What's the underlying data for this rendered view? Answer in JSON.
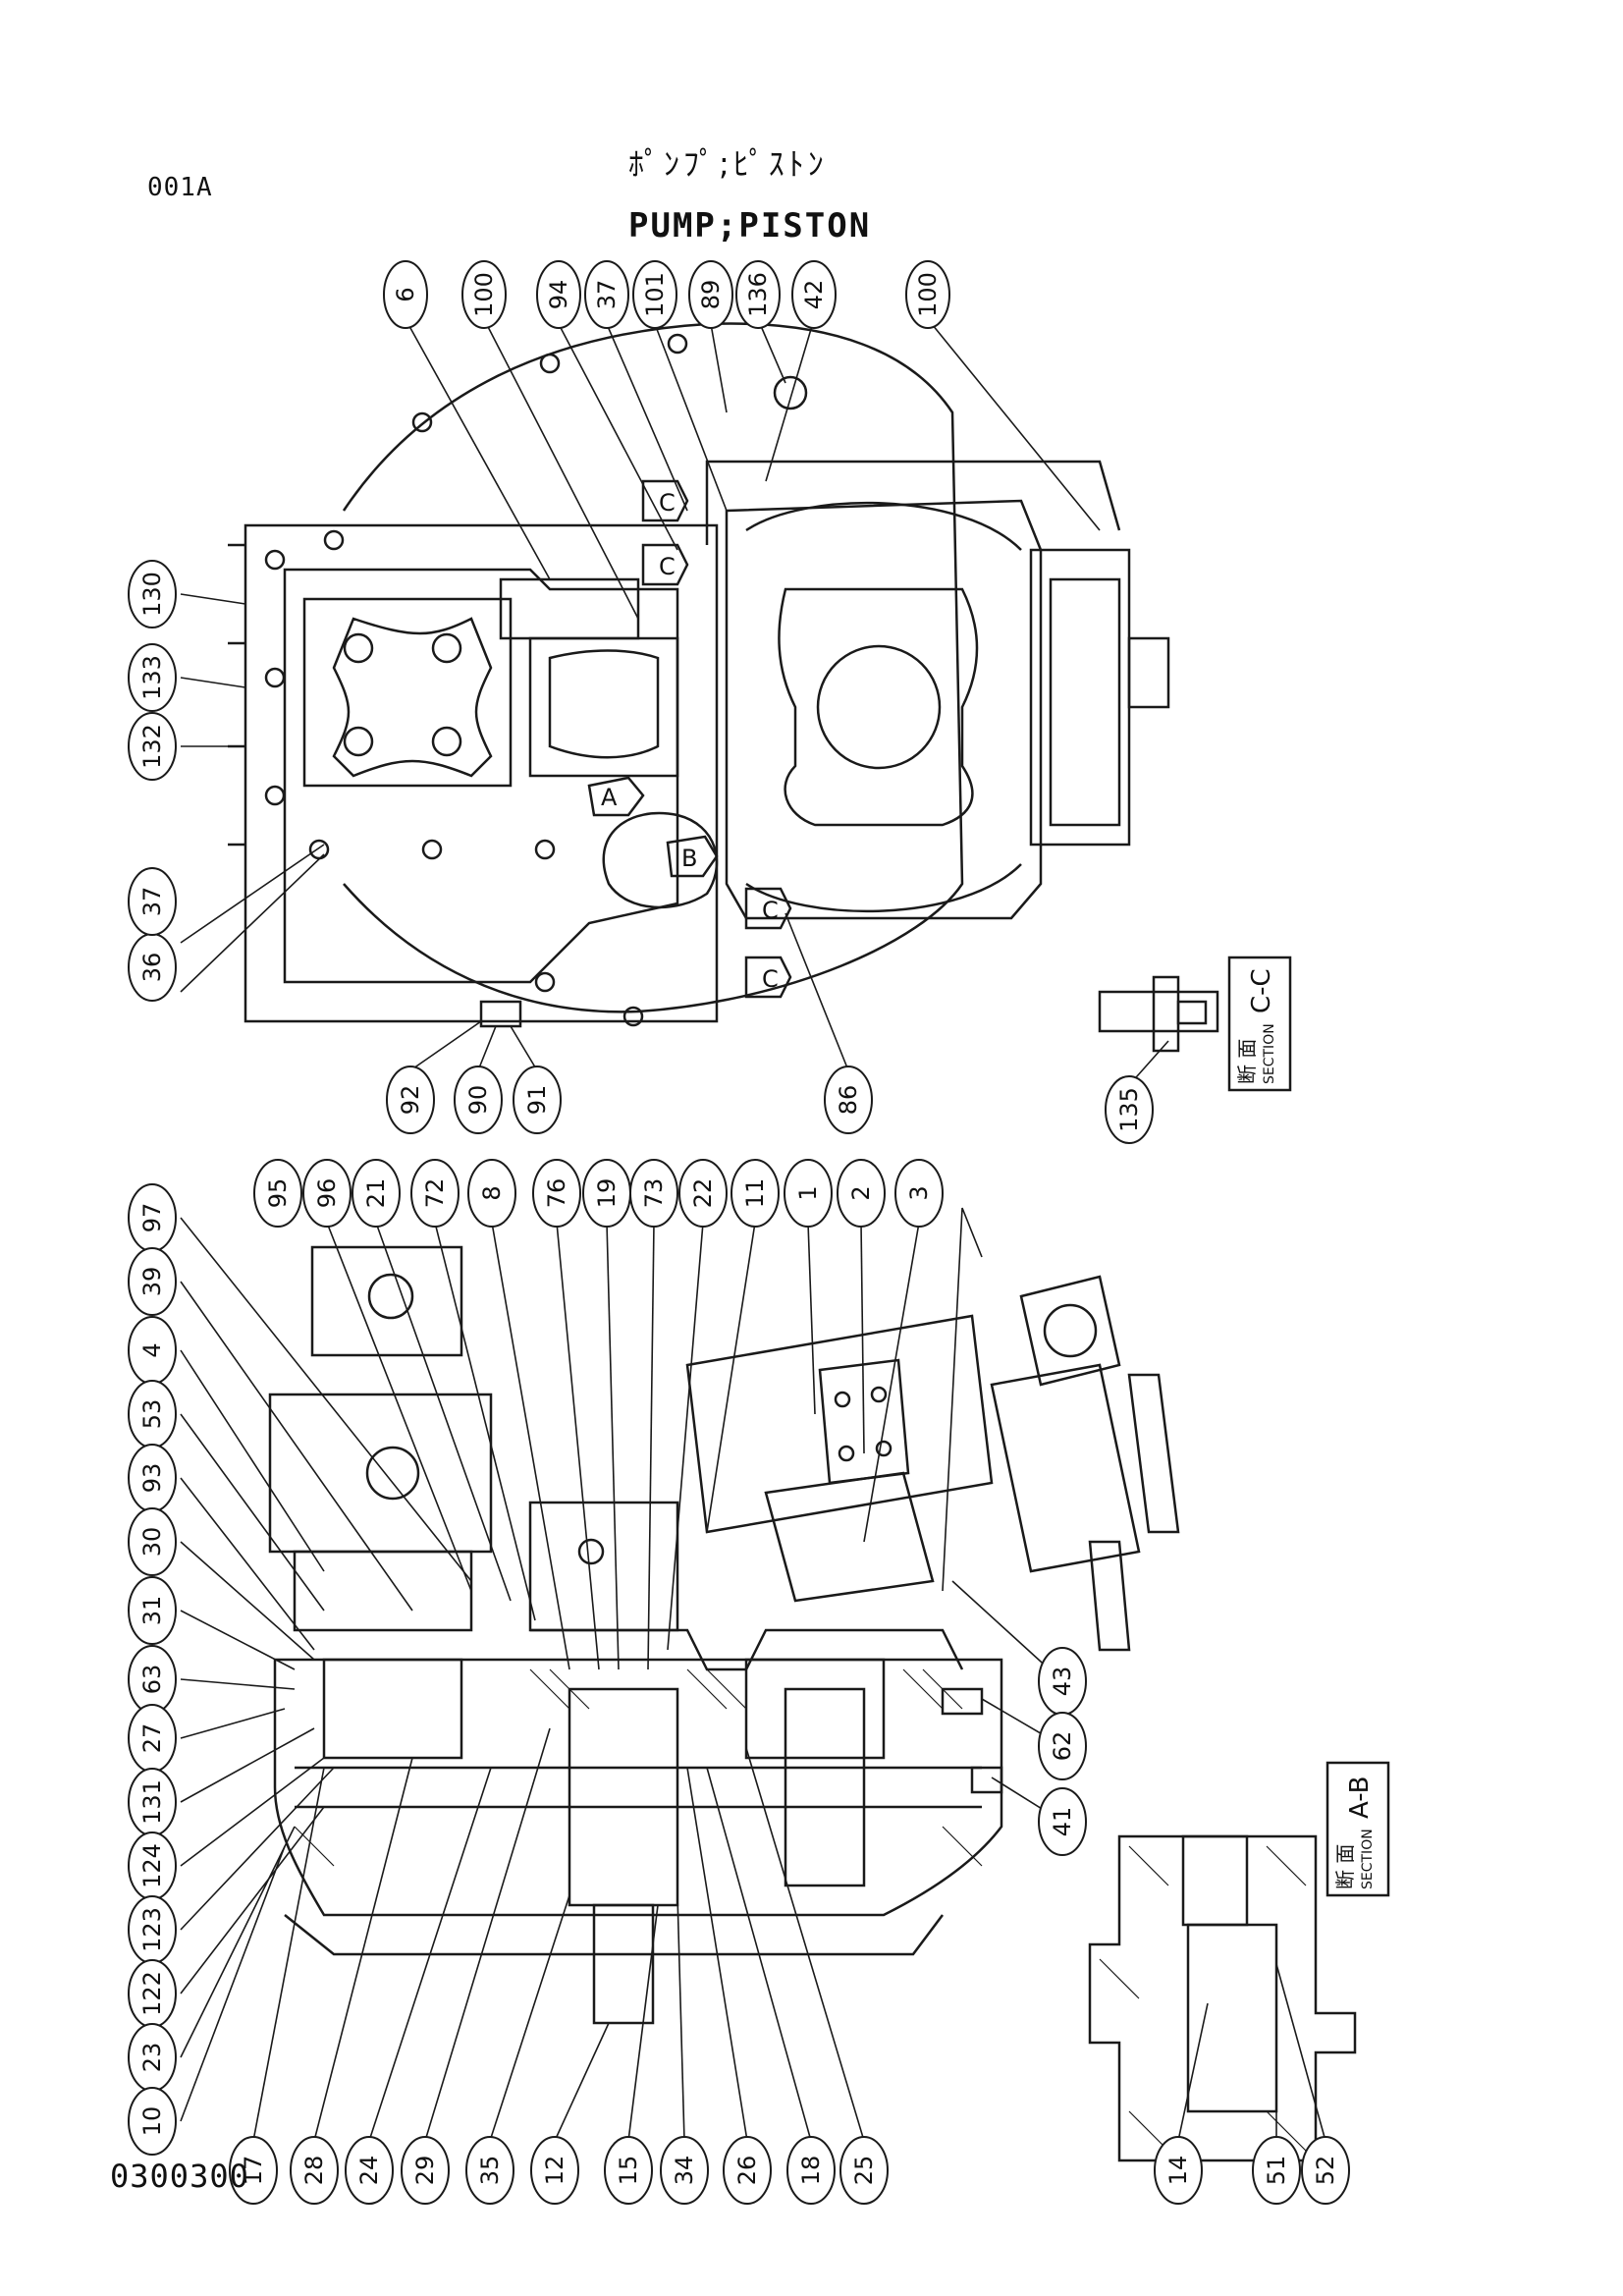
{
  "header": {
    "page_code": "001A",
    "title_jp": "ﾎﾟﾝﾌﾟ;ﾋﾟｽﾄﾝ",
    "title_en": "PUMP;PISTON"
  },
  "footer": {
    "drawing_number": "0300300"
  },
  "callouts": {
    "upper_top": [
      "6",
      "100",
      "94",
      "37",
      "101",
      "89",
      "136",
      "42",
      "100"
    ],
    "upper_left": [
      "130",
      "133",
      "132",
      "36",
      "37"
    ],
    "upper_bottom": [
      "92",
      "90",
      "91",
      "86",
      "135"
    ],
    "lower_top": [
      "97",
      "39",
      "4",
      "53",
      "93",
      "30",
      "31",
      "63",
      "27",
      "131",
      "124",
      "123",
      "122",
      "23",
      "10",
      "95",
      "96",
      "21",
      "72",
      "8",
      "76",
      "19",
      "73",
      "22",
      "11",
      "1",
      "2",
      "3"
    ],
    "lower_right": [
      "43",
      "62",
      "41"
    ],
    "lower_bottom": [
      "17",
      "28",
      "24",
      "29",
      "35",
      "12",
      "15",
      "34",
      "26",
      "18",
      "25",
      "14",
      "51",
      "52"
    ]
  },
  "sections": {
    "cc": {
      "kanji": "断 面",
      "word": "SECTION",
      "name": "C-C"
    },
    "ab": {
      "kanji": "断 面",
      "word": "SECTION",
      "name": "A-B"
    }
  },
  "view_arrows": [
    "C",
    "C",
    "C",
    "C",
    "A",
    "B"
  ]
}
